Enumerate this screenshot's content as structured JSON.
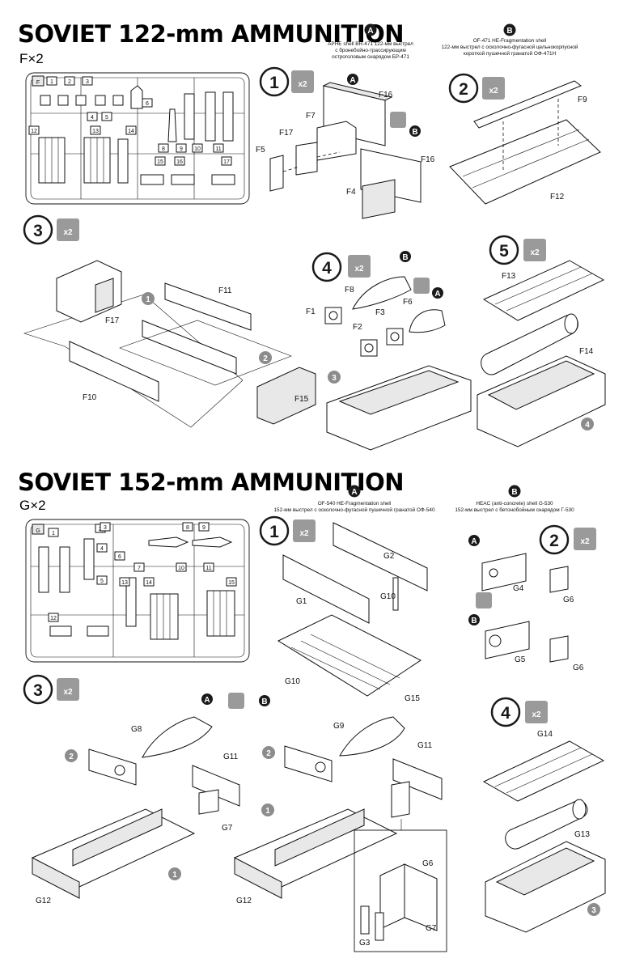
{
  "sections": [
    {
      "title": "SOVIET 122-mm AMMUNITION",
      "sprue_count": "F×2",
      "sprue_letter": "F",
      "variant_a": {
        "letter": "A",
        "line1": "APHE shell BR-471 122-мм выстрел",
        "line2": "с бронебойно-трассирующим",
        "line3": "остроголовым снарядом БР-471"
      },
      "variant_b": {
        "letter": "B",
        "line1": "OF-471 HE-Fragmentation shell",
        "line2": "122-мм выстрел с осколочно-фугасной цельнокорпусной",
        "line3": "короткой пушечной гранатой ОФ-471Н"
      },
      "sprue_numbers": [
        "1",
        "2",
        "3",
        "4",
        "5",
        "6",
        "8",
        "9",
        "10",
        "11",
        "12",
        "13",
        "14",
        "15",
        "16",
        "17"
      ],
      "steps": [
        {
          "num": "1",
          "mult": "x2",
          "parts": [
            "F16",
            "F7",
            "F17",
            "F5",
            "F16",
            "F4"
          ]
        },
        {
          "num": "2",
          "mult": "x2",
          "parts": [
            "F9",
            "F12"
          ]
        },
        {
          "num": "3",
          "mult": "x2",
          "parts": [
            "F11",
            "F17",
            "F10",
            "F15"
          ]
        },
        {
          "num": "4",
          "mult": "x2",
          "parts": [
            "F8",
            "F1",
            "F2",
            "F3",
            "F6"
          ]
        },
        {
          "num": "5",
          "mult": "x2",
          "parts": [
            "F13",
            "F14"
          ]
        }
      ]
    },
    {
      "title": "SOVIET 152-mm AMMUNITION",
      "sprue_count": "G×2",
      "sprue_letter": "G",
      "variant_a": {
        "letter": "A",
        "line1": "OF-540 HE-Fragmentation shell",
        "line2": "152-мм выстрел с осколочно-фугасной пушечной гранатой ОФ-540",
        "line3": ""
      },
      "variant_b": {
        "letter": "B",
        "line1": "HEAC (anti-concrete) shell G-530",
        "line2": "152-мм выстрел с бетонобойным снарядом Г-530",
        "line3": ""
      },
      "sprue_numbers": [
        "1",
        "2",
        "3",
        "4",
        "5",
        "6",
        "7",
        "8",
        "9",
        "10",
        "11",
        "12",
        "13",
        "14",
        "15"
      ],
      "steps": [
        {
          "num": "1",
          "mult": "x2",
          "parts": [
            "G2",
            "G1",
            "G10",
            "G10",
            "G15"
          ]
        },
        {
          "num": "2",
          "mult": "x2",
          "parts": [
            "G4",
            "G6",
            "G5",
            "G6"
          ]
        },
        {
          "num": "3",
          "mult": "x2",
          "parts": [
            "G8",
            "G11",
            "G7",
            "G12",
            "G9",
            "G11",
            "G12",
            "G6",
            "G7",
            "G3"
          ]
        },
        {
          "num": "4",
          "mult": "x2",
          "parts": [
            "G14",
            "G13"
          ]
        }
      ]
    }
  ],
  "colors": {
    "ink": "#1a1a1a",
    "badge": "#9a9a9a",
    "circle_grey": "#8c8c8c"
  }
}
